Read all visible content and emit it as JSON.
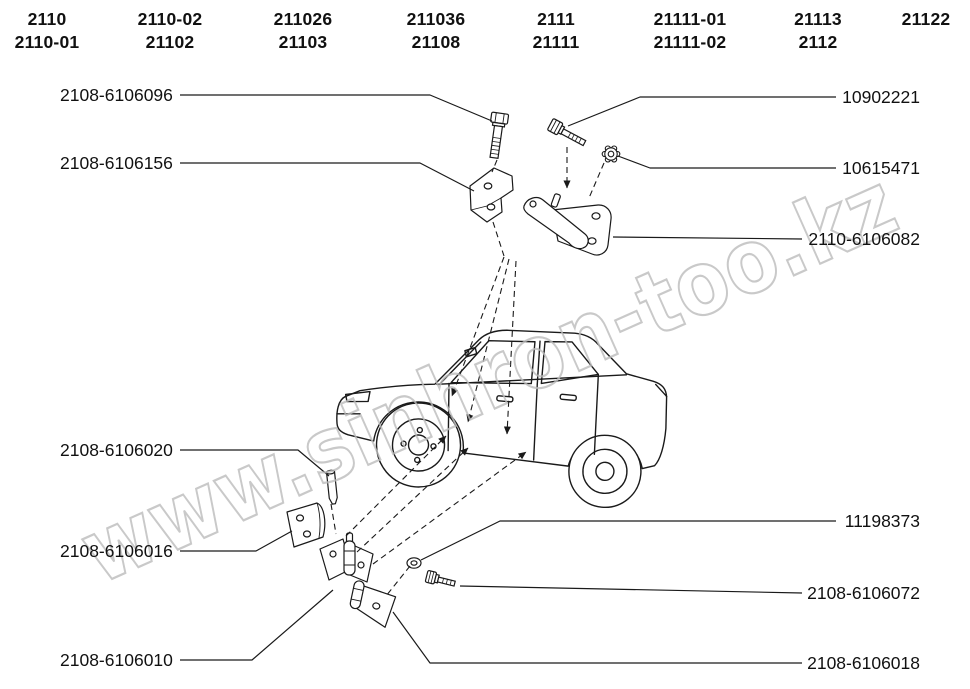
{
  "header": {
    "columns": [
      {
        "line1": "2110",
        "line2": "2110-01"
      },
      {
        "line1": "2110-02",
        "line2": "21102"
      },
      {
        "line1": "211026",
        "line2": "21103"
      },
      {
        "line1": "211036",
        "line2": "21108"
      },
      {
        "line1": "2111",
        "line2": "21111"
      },
      {
        "line1": "21111-01",
        "line2": "21111-02"
      },
      {
        "line1": "21113",
        "line2": "2112"
      },
      {
        "line1": "21122",
        "line2": ""
      }
    ]
  },
  "part_labels": {
    "left": [
      "2108-6106096",
      "2108-6106156",
      "2108-6106020",
      "2108-6106016",
      "2108-6106010"
    ],
    "right": [
      "10902221",
      "10615471",
      "2110-6106082",
      "11198373",
      "2108-6106072",
      "2108-6106018"
    ]
  },
  "watermark": "www.sinhron-too.kz",
  "colors": {
    "ink": "#1a1a1a",
    "watermark": "#bcbcbc",
    "background": "#ffffff"
  },
  "icons": [
    "car-side-view",
    "upper-hinge-bolt",
    "upper-hinge-bracket",
    "mount-bolt",
    "flange-nut",
    "door-check-assembly",
    "hinge-pin",
    "hinge-half-upper",
    "hinge-assembly",
    "hinge-half-lower",
    "washer",
    "lower-hinge-bolt"
  ]
}
